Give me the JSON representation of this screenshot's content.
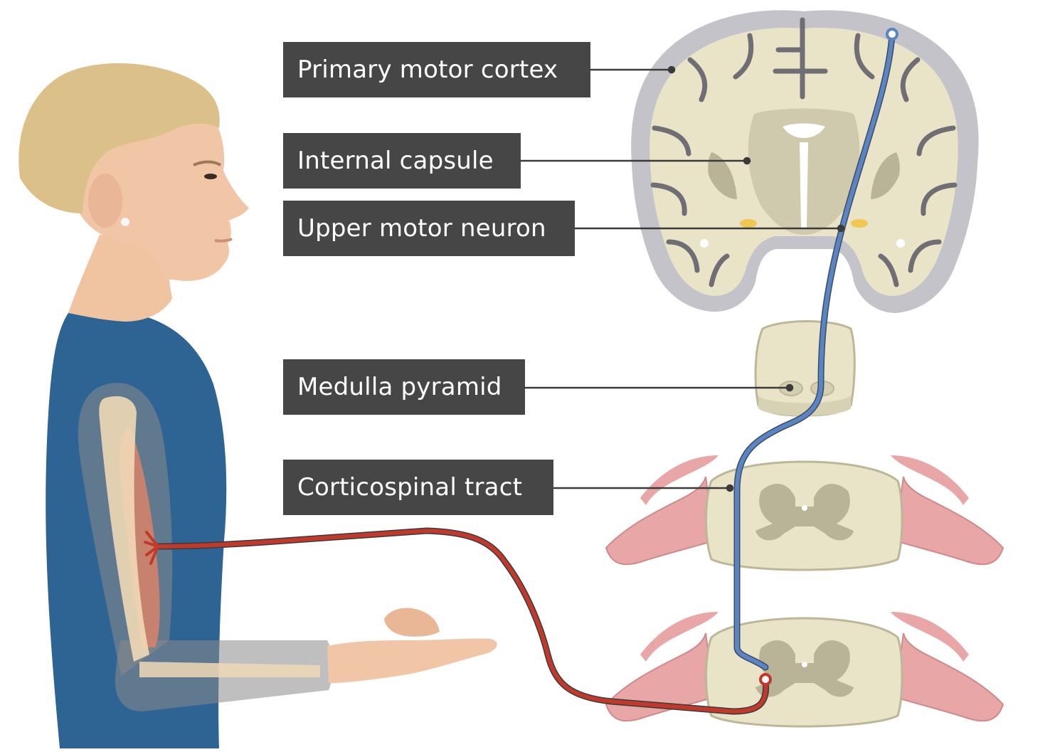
{
  "labels": {
    "primary_motor_cortex": "Primary motor cortex",
    "internal_capsule": "Internal capsule",
    "upper_motor_neuron": "Upper motor neuron",
    "medulla_pyramid": "Medulla pyramid",
    "corticospinal_tract": "Corticospinal tract"
  },
  "colors": {
    "label_background": "#464646",
    "label_text": "#ffffff",
    "upper_motor_neuron_path": "#5b85c0",
    "lower_motor_neuron_path": "#c0392b",
    "brain_tissue": "#e9e3c8",
    "cortex_gray_matter": "#c4c3c9",
    "spinal_nerve": "#e8a6a6",
    "shirt": "#2d6494",
    "hair": "#d9bd82",
    "skin": "#f1c6a6"
  },
  "icons": {
    "figure": "human-figure-profile",
    "brain": "coronal-brain-section",
    "medulla": "medulla-cross-section",
    "spinal_cord": "spinal-cord-cross-section"
  }
}
